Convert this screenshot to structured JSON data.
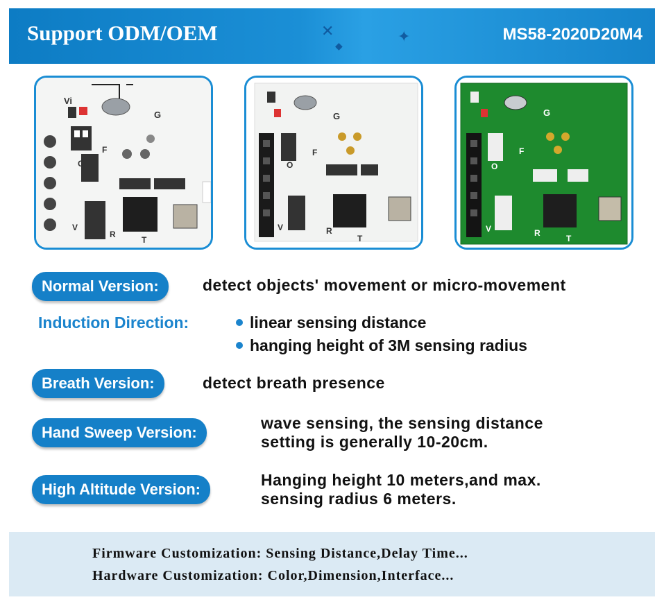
{
  "header": {
    "title": "Support ODM/OEM",
    "model": "MS58-2020D20M4"
  },
  "products": [
    {
      "name": "board-white-front",
      "pins": [
        "Vi",
        "O",
        "F",
        "G",
        "R",
        "T",
        "V"
      ]
    },
    {
      "name": "board-white-pins",
      "pins": [
        "G",
        "F",
        "O",
        "V",
        "T",
        "R"
      ]
    },
    {
      "name": "board-green",
      "pins": [
        "G",
        "F",
        "O",
        "V",
        "T",
        "R"
      ]
    }
  ],
  "versions": {
    "normal": {
      "label": "Normal Version:",
      "desc": "detect objects' movement or micro-movement"
    },
    "induction": {
      "label": "Induction Direction:",
      "bullets": [
        "linear sensing distance",
        "hanging height of 3M sensing radius"
      ]
    },
    "breath": {
      "label": "Breath Version:",
      "desc": "detect breath presence"
    },
    "hand_sweep": {
      "label": "Hand Sweep Version:",
      "desc_lines": [
        "wave sensing, the sensing distance",
        "setting is generally 10-20cm."
      ]
    },
    "high_altitude": {
      "label": "High Altitude Version:",
      "desc_lines": [
        "Hanging height 10 meters,and max.",
        "sensing radius 6 meters."
      ]
    }
  },
  "footer": {
    "firmware": "Firmware Customization: Sensing Distance,Delay Time...",
    "hardware": "Hardware Customization: Color,Dimension,Interface..."
  },
  "colors": {
    "accent": "#1580c8",
    "header": "#1b8fd6",
    "footer_bg": "#dbeaf4",
    "pcb_white": "#f4f5f4",
    "pcb_green": "#1e8a2e"
  }
}
